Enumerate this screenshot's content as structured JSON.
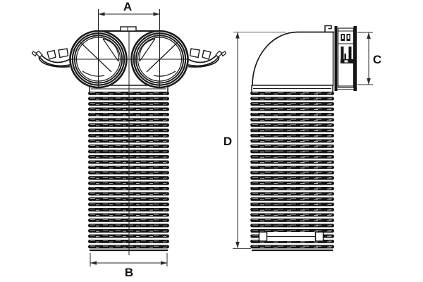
{
  "drawing": {
    "type": "technical-line-drawing",
    "subject": "double-spigot corrugated duct fitting, front and side views",
    "dimensions": {
      "top_width_label": "A",
      "bottom_width_label": "B",
      "connector_height_label": "C",
      "total_height_label": "D"
    },
    "colors": {
      "background": "#ffffff",
      "line": "#1b1b1b",
      "dimension_line": "#2a2a2a",
      "ridge_dark": "#151515",
      "speckle_mid": "#9a9a9a",
      "speckle_light": "#d5d5d5"
    }
  }
}
